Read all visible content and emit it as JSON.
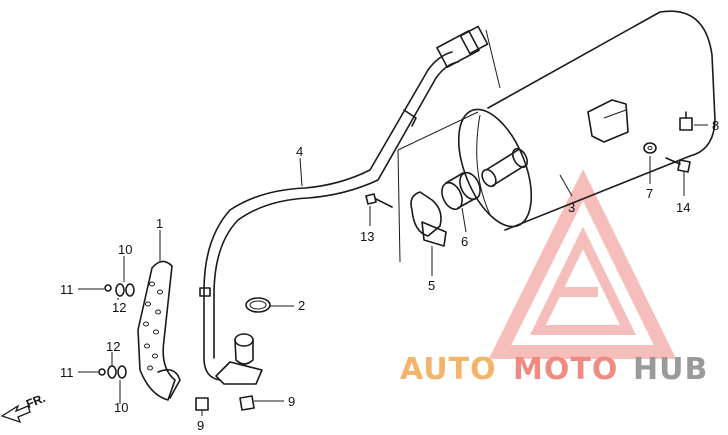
{
  "callouts": {
    "c1": "1",
    "c2": "2",
    "c3": "3",
    "c4": "4",
    "c5": "5",
    "c6": "6",
    "c7": "7",
    "c8": "8",
    "c9a": "9",
    "c9b": "9",
    "c10a": "10",
    "c10b": "10",
    "c11a": "11",
    "c11b": "11",
    "c12a": "12",
    "c12b": "12",
    "c13": "13",
    "c14": "14"
  },
  "direction_label": "FR.",
  "watermark": {
    "part1": "AUTO",
    "part2": "MOTO",
    "part3": "HUB"
  },
  "colors": {
    "watermark_red": "#f08a82",
    "watermark_orange": "#f2b56b",
    "watermark_gray": "#9a9a9a",
    "line": "#1a1a1a"
  }
}
